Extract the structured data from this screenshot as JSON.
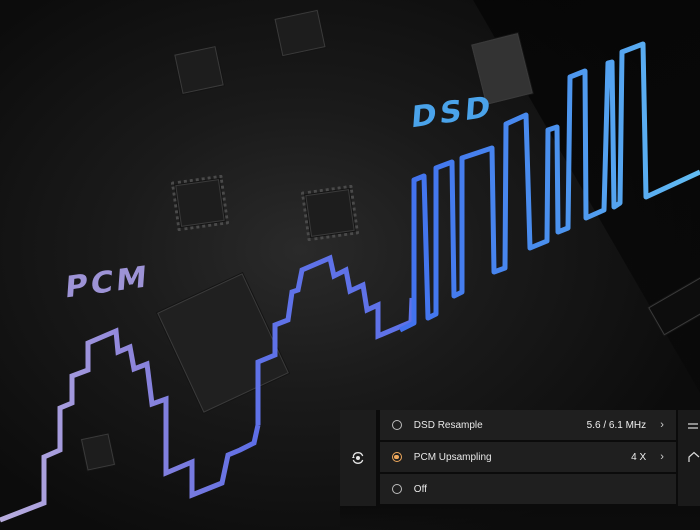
{
  "graphic": {
    "pcm_label": "PCM",
    "dsd_label": "DSD",
    "colors": {
      "pcm_start": "#b8aee0",
      "pcm_end": "#5f6fe0",
      "dsd_start": "#3f72f0",
      "dsd_end": "#5cb8f2",
      "pcm_label": "#9d93d6",
      "dsd_label": "#4aa3ea"
    }
  },
  "panel": {
    "side_icon": "target-rotate-icon",
    "options": [
      {
        "label": "DSD Resample",
        "value": "5.6 / 6.1 MHz",
        "selected": false,
        "has_chevron": true
      },
      {
        "label": "PCM Upsampling",
        "value": "4 X",
        "selected": true,
        "has_chevron": true
      },
      {
        "label": "Off",
        "value": "",
        "selected": false,
        "has_chevron": false
      }
    ],
    "chevron_glyph": "›",
    "accent_color": "#f0a95c",
    "right_strip_icons": [
      "settings-sliders-icon",
      "home-icon"
    ]
  }
}
